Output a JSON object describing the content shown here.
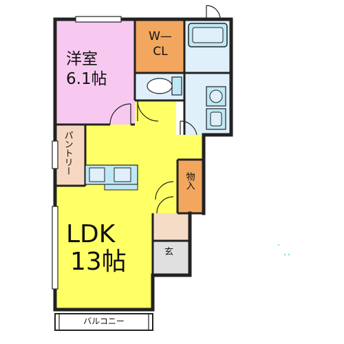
{
  "rooms": {
    "western": {
      "name": "洋室",
      "size": "6.1帖",
      "color": "#f7c9f0"
    },
    "wcl": {
      "line1": "W—",
      "line2": "CL",
      "color": "#f2a65e"
    },
    "pantry": {
      "label": "パントリー",
      "color": "#f6d8c2"
    },
    "storage": {
      "label": "物入",
      "color": "#f2a65e"
    },
    "ldk": {
      "name": "LDK",
      "size": "13帖",
      "color": "#ffff66"
    },
    "entrance": {
      "label": "玄"
    },
    "balcony": {
      "label": "バルコニー"
    }
  },
  "colors": {
    "wet_area": "#dff0fb",
    "fixture": "#bfe8f5",
    "wall": "#222222",
    "genkan_floor": "#f5dcc6",
    "genkan_tile": "#e0e0e0"
  },
  "icons": [
    "bathtub-icon",
    "toilet-icon",
    "washbasin-icon",
    "washing-machine-icon",
    "kitchen-sink-icon",
    "stove-icon",
    "door-swing-icon"
  ]
}
